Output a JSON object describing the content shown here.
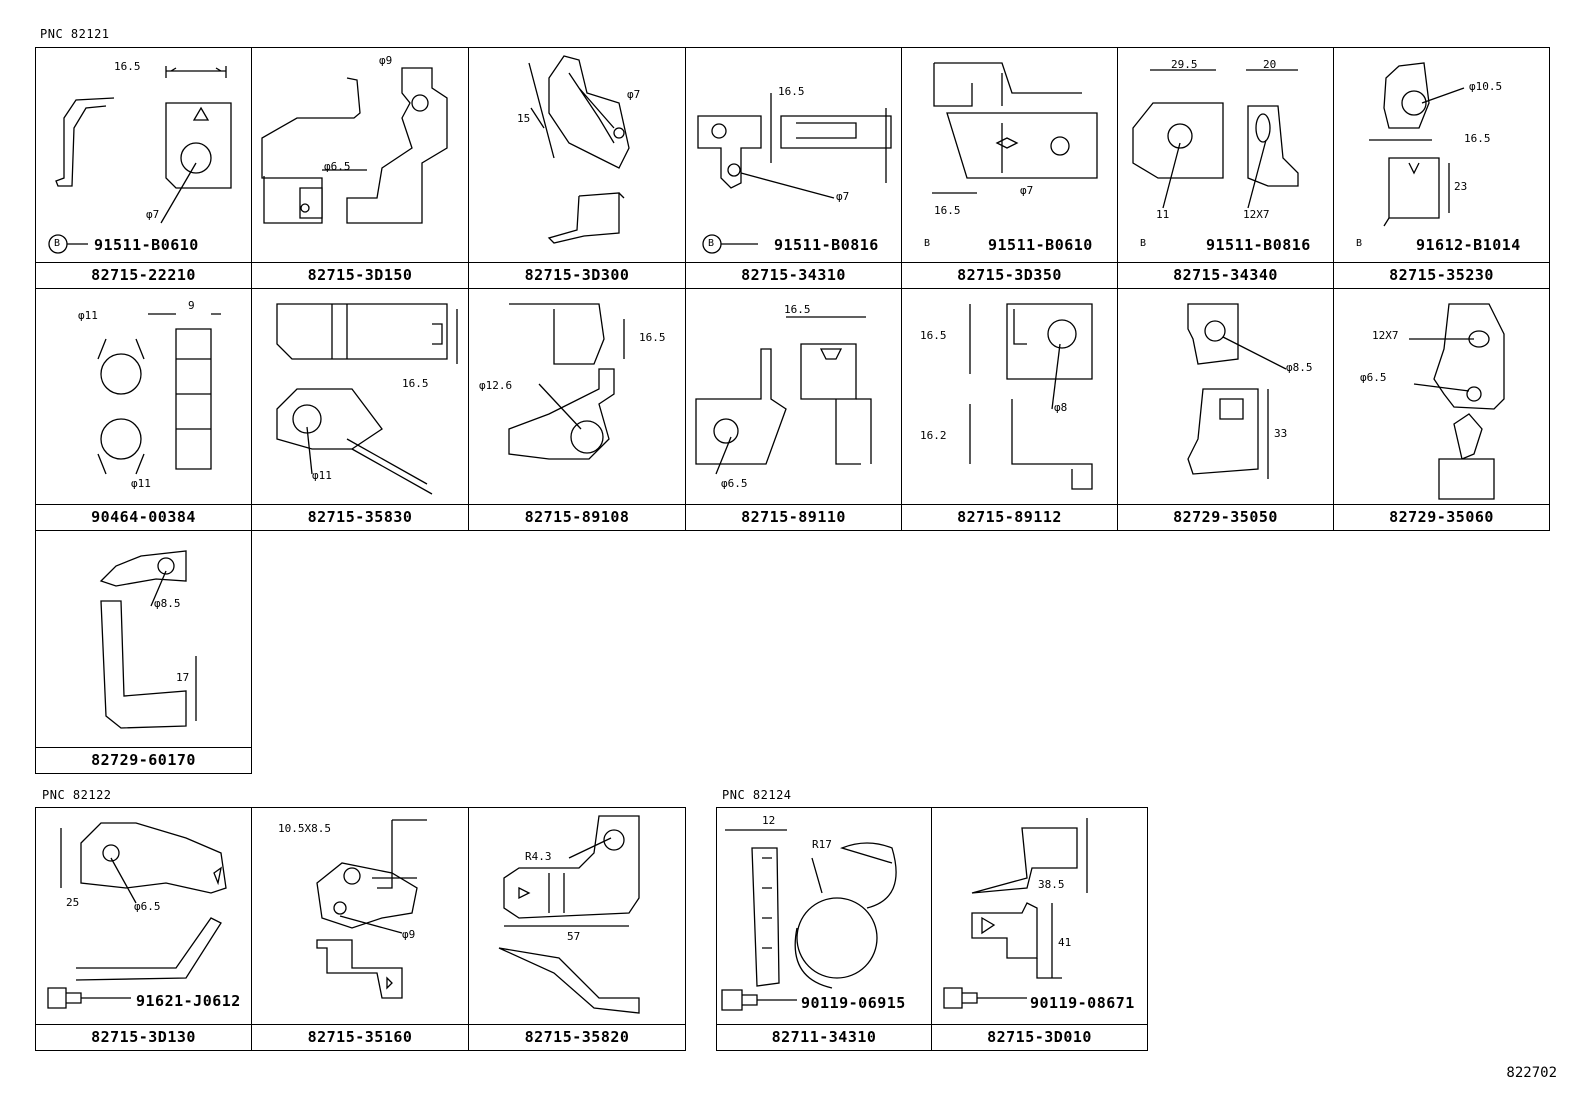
{
  "sections": [
    {
      "pnc": "PNC 82121",
      "parts": [
        {
          "number": "82715-22210",
          "bolt": "91511-B0610",
          "dims": [
            "16.5",
            "φ7"
          ]
        },
        {
          "number": "82715-3D150",
          "dims": [
            "φ9",
            "φ6.5"
          ]
        },
        {
          "number": "82715-3D300",
          "dims": [
            "15",
            "φ7"
          ]
        },
        {
          "number": "82715-34310",
          "bolt": "91511-B0816",
          "dims": [
            "16.5",
            "φ7"
          ]
        },
        {
          "number": "82715-3D350",
          "bolt": "91511-B0610",
          "dims": [
            "16.5",
            "φ7"
          ]
        },
        {
          "number": "82715-34340",
          "bolt": "91511-B0816",
          "dims": [
            "29.5",
            "20",
            "11",
            "12X7"
          ]
        },
        {
          "number": "82715-35230",
          "bolt": "91612-B1014",
          "dims": [
            "φ10.5",
            "16.5",
            "23"
          ]
        },
        {
          "number": "90464-00384",
          "dims": [
            "φ11",
            "9",
            "φ11"
          ]
        },
        {
          "number": "82715-35830",
          "dims": [
            "16.5",
            "φ11"
          ]
        },
        {
          "number": "82715-89108",
          "dims": [
            "16.5",
            "φ12.6"
          ]
        },
        {
          "number": "82715-89110",
          "dims": [
            "16.5",
            "φ6.5"
          ]
        },
        {
          "number": "82715-89112",
          "dims": [
            "16.5",
            "16.2",
            "φ8"
          ]
        },
        {
          "number": "82729-35050",
          "dims": [
            "φ8.5",
            "33"
          ]
        },
        {
          "number": "82729-35060",
          "dims": [
            "12X7",
            "φ6.5"
          ]
        },
        {
          "number": "82729-60170",
          "dims": [
            "φ8.5",
            "17"
          ]
        }
      ]
    },
    {
      "pnc": "PNC 82122",
      "parts": [
        {
          "number": "82715-3D130",
          "bolt": "91621-J0612",
          "dims": [
            "25",
            "φ6.5"
          ]
        },
        {
          "number": "82715-35160",
          "dims": [
            "10.5X8.5",
            "φ9"
          ]
        },
        {
          "number": "82715-35820",
          "dims": [
            "R4.3",
            "57"
          ]
        }
      ]
    },
    {
      "pnc": "PNC 82124",
      "parts": [
        {
          "number": "82711-34310",
          "bolt": "90119-06915",
          "dims": [
            "12",
            "R17"
          ]
        },
        {
          "number": "82715-3D010",
          "bolt": "90119-08671",
          "dims": [
            "38.5",
            "41"
          ]
        }
      ]
    }
  ],
  "bolt_symbol": "B",
  "figure_ref": "822702"
}
